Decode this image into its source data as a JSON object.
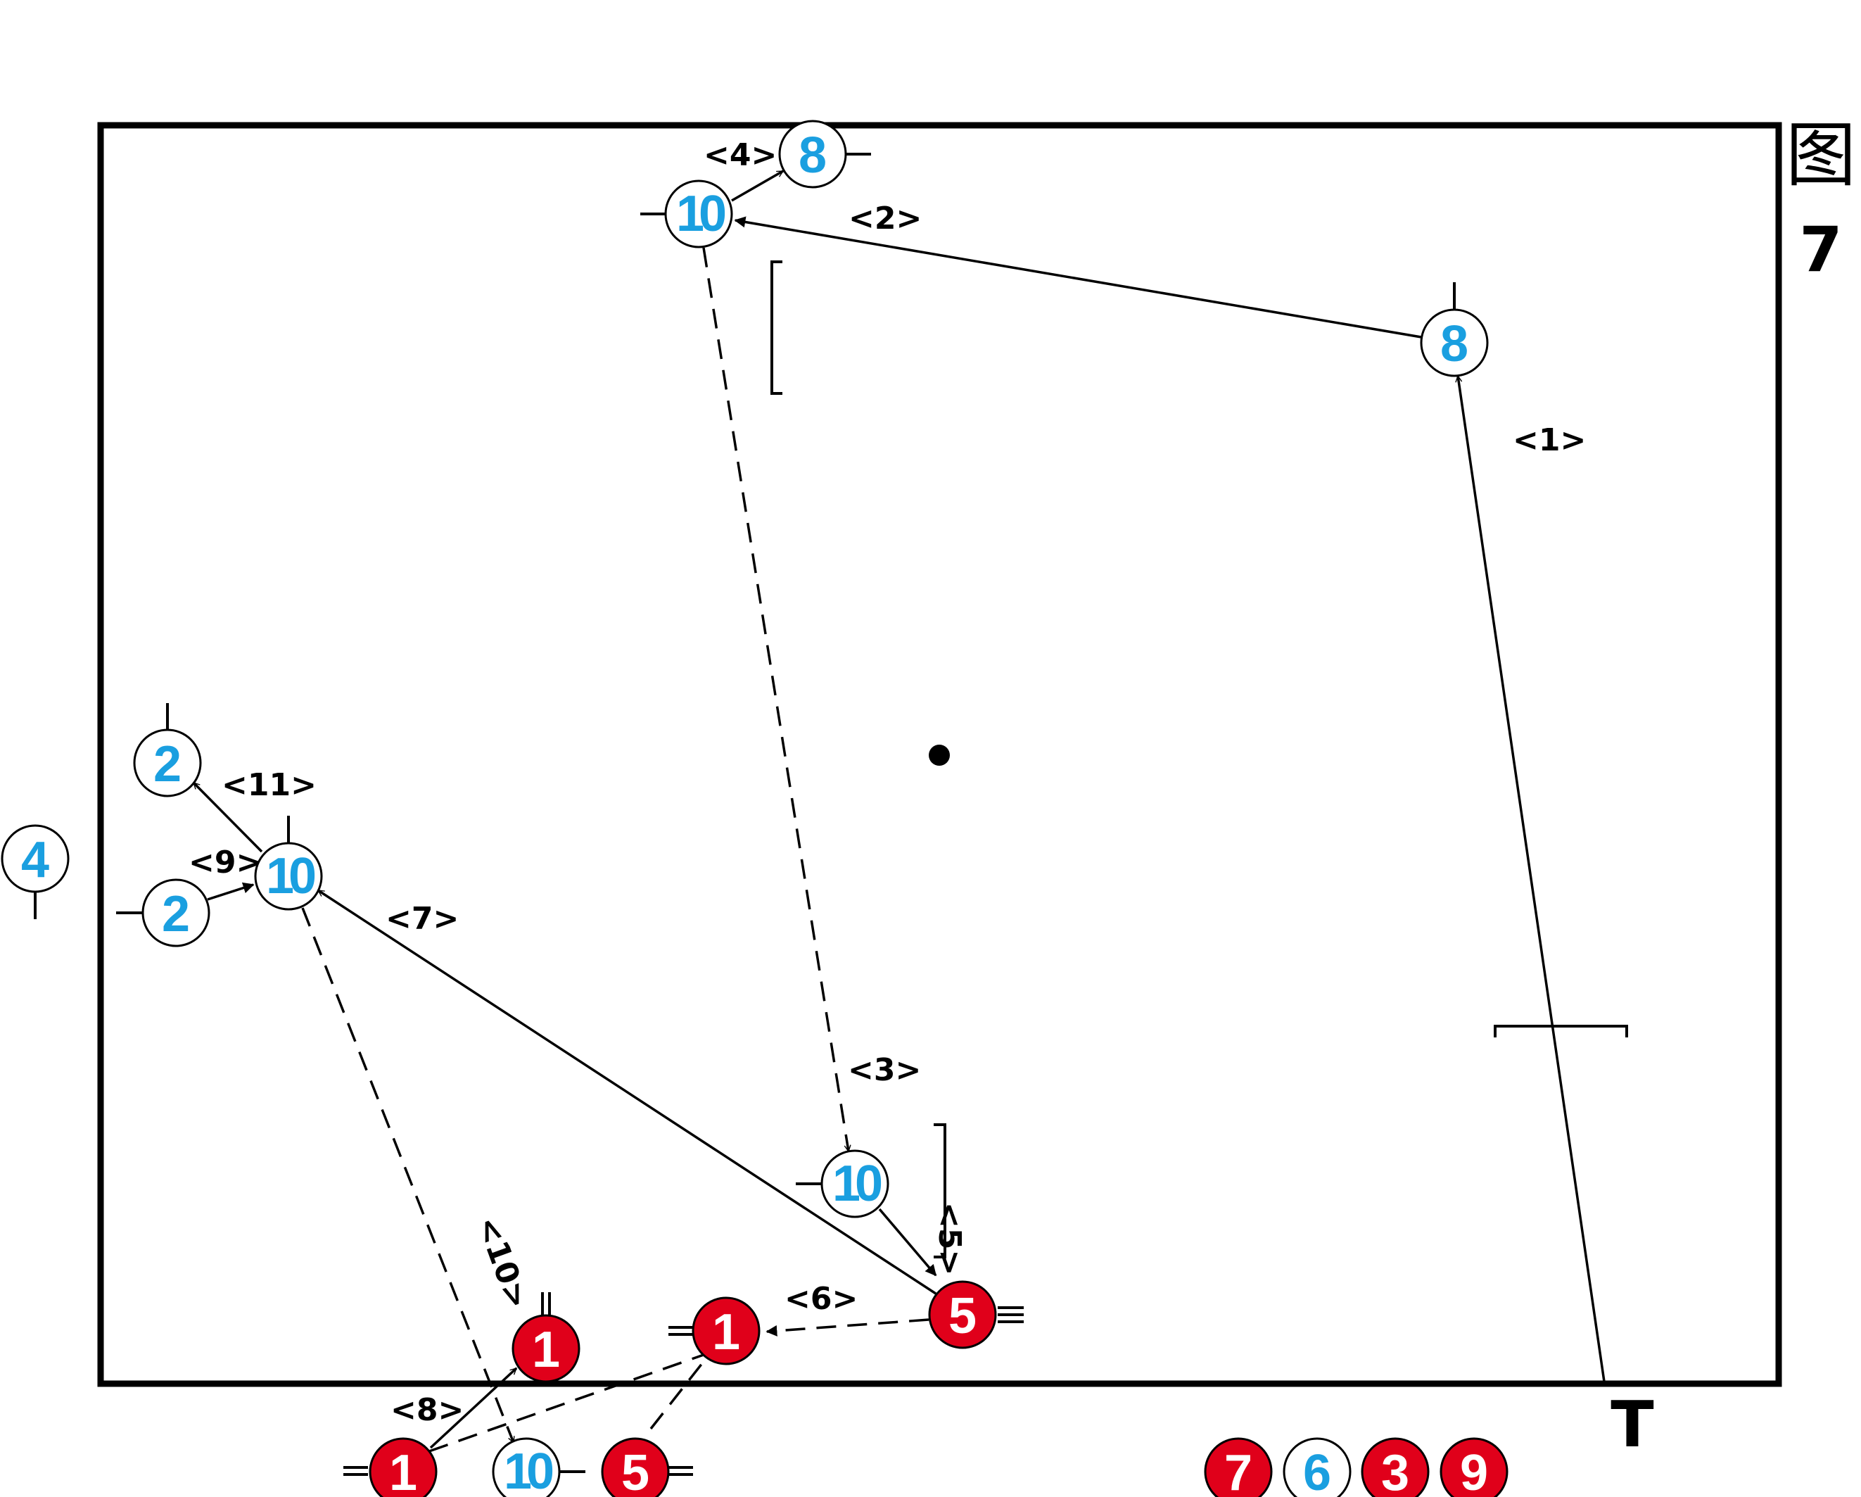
{
  "figure": {
    "char": "图",
    "number": "7",
    "t_mark": "T"
  },
  "colors": {
    "red": "#e0001a",
    "blue": "#1a9fe0",
    "line": "#000000",
    "white": "#ffffff"
  },
  "players": [
    {
      "id": "p8-top",
      "n": "8",
      "team": "blue"
    },
    {
      "id": "p10-top",
      "n": "10",
      "team": "blue"
    },
    {
      "id": "p8-right",
      "n": "8",
      "team": "blue"
    },
    {
      "id": "p4-left",
      "n": "4",
      "team": "blue"
    },
    {
      "id": "p2-upper",
      "n": "2",
      "team": "blue"
    },
    {
      "id": "p10-mid",
      "n": "10",
      "team": "blue"
    },
    {
      "id": "p2-lower",
      "n": "2",
      "team": "blue"
    },
    {
      "id": "p10-low",
      "n": "10",
      "team": "blue"
    },
    {
      "id": "p5-red",
      "n": "5",
      "team": "red"
    },
    {
      "id": "p1-red-mid",
      "n": "1",
      "team": "red"
    },
    {
      "id": "p1-red-left",
      "n": "1",
      "team": "red"
    },
    {
      "id": "p1-red-bottom",
      "n": "1",
      "team": "red"
    },
    {
      "id": "p10-bottom",
      "n": "10",
      "team": "blue"
    },
    {
      "id": "p5-red-bottom",
      "n": "5",
      "team": "red"
    },
    {
      "id": "bench-7",
      "n": "7",
      "team": "red"
    },
    {
      "id": "bench-6",
      "n": "6",
      "team": "blue"
    },
    {
      "id": "bench-3",
      "n": "3",
      "team": "red"
    },
    {
      "id": "bench-9",
      "n": "9",
      "team": "red"
    }
  ],
  "labels": [
    {
      "id": "l1",
      "text": "<1>"
    },
    {
      "id": "l2",
      "text": "<2>"
    },
    {
      "id": "l3",
      "text": "<3>"
    },
    {
      "id": "l4",
      "text": "<4>"
    },
    {
      "id": "l5",
      "text": "<5>"
    },
    {
      "id": "l6",
      "text": "<6>"
    },
    {
      "id": "l7",
      "text": "<7>"
    },
    {
      "id": "l8",
      "text": "<8>"
    },
    {
      "id": "l9",
      "text": "<9>"
    },
    {
      "id": "l10",
      "text": "<10>"
    },
    {
      "id": "l11",
      "text": "<11>"
    }
  ]
}
